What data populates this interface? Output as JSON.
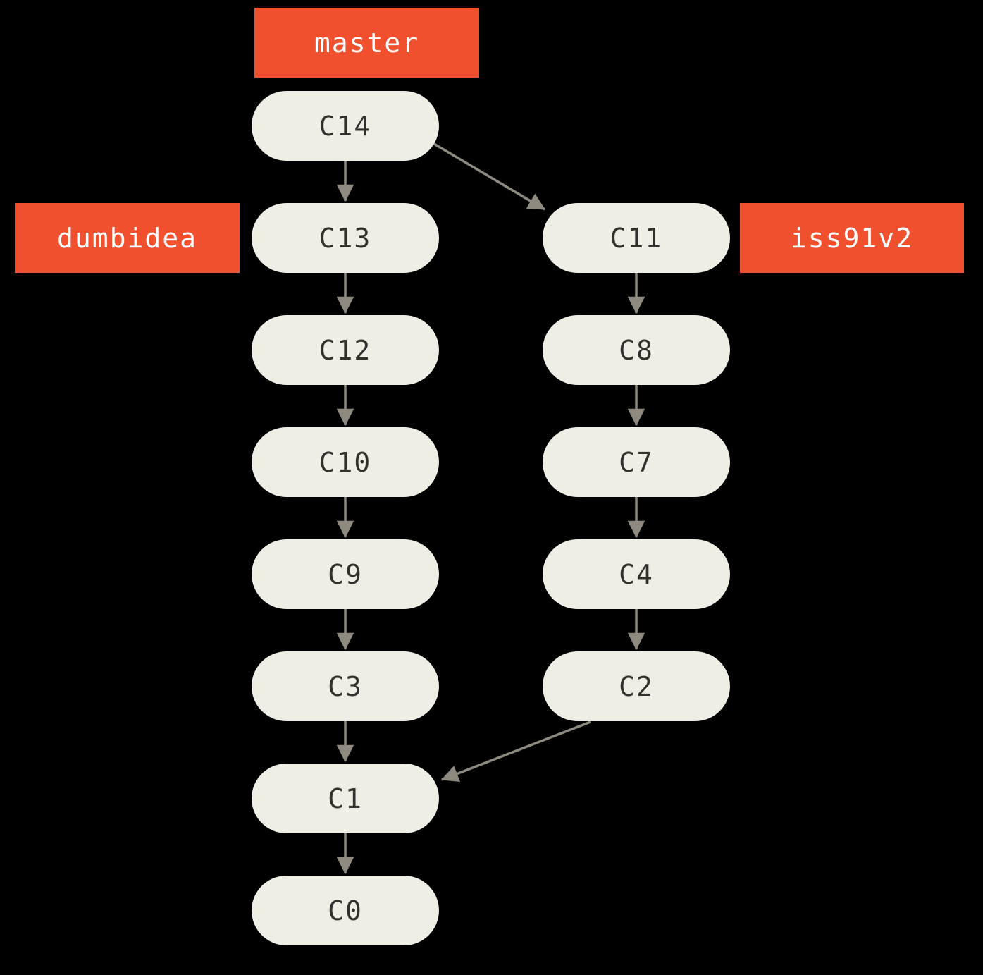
{
  "colors": {
    "background": "#000000",
    "label_bg": "#F1502F",
    "label_text": "#FFFFFF",
    "node_bg": "#EFEEE5",
    "node_text": "#32312D",
    "arrow": "#8F8A80"
  },
  "diagram": {
    "branch_labels": [
      {
        "id": "master",
        "text": "master"
      },
      {
        "id": "dumbidea",
        "text": "dumbidea"
      },
      {
        "id": "iss91v2",
        "text": "iss91v2"
      }
    ],
    "commits": [
      {
        "id": "C14",
        "label": "C14"
      },
      {
        "id": "C13",
        "label": "C13"
      },
      {
        "id": "C12",
        "label": "C12"
      },
      {
        "id": "C10",
        "label": "C10"
      },
      {
        "id": "C9",
        "label": "C9"
      },
      {
        "id": "C3",
        "label": "C3"
      },
      {
        "id": "C1",
        "label": "C1"
      },
      {
        "id": "C0",
        "label": "C0"
      },
      {
        "id": "C11",
        "label": "C11"
      },
      {
        "id": "C8",
        "label": "C8"
      },
      {
        "id": "C7",
        "label": "C7"
      },
      {
        "id": "C4",
        "label": "C4"
      },
      {
        "id": "C2",
        "label": "C2"
      }
    ],
    "edges": [
      {
        "from": "C14",
        "to": "C13"
      },
      {
        "from": "C13",
        "to": "C12"
      },
      {
        "from": "C12",
        "to": "C10"
      },
      {
        "from": "C10",
        "to": "C9"
      },
      {
        "from": "C9",
        "to": "C3"
      },
      {
        "from": "C3",
        "to": "C1"
      },
      {
        "from": "C1",
        "to": "C0"
      },
      {
        "from": "C14",
        "to": "C11"
      },
      {
        "from": "C11",
        "to": "C8"
      },
      {
        "from": "C8",
        "to": "C7"
      },
      {
        "from": "C7",
        "to": "C4"
      },
      {
        "from": "C4",
        "to": "C2"
      },
      {
        "from": "C2",
        "to": "C1"
      }
    ]
  }
}
